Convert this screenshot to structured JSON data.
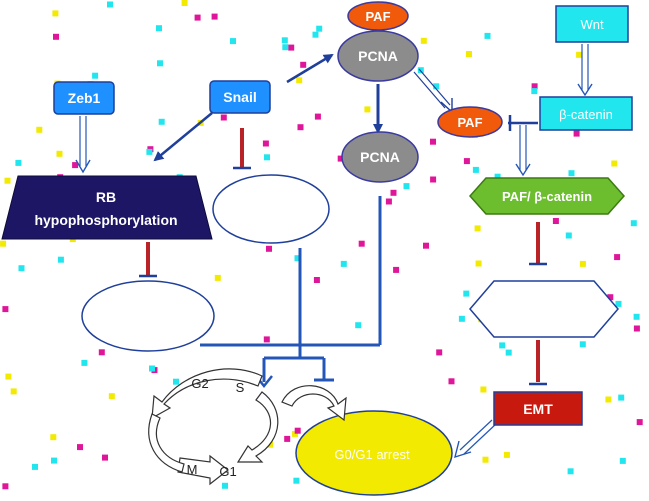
{
  "nodes": {
    "paf_top": "PAF",
    "pcna_top": "PCNA",
    "pcna_mid": "PCNA",
    "wnt": "Wnt",
    "beta_catenin": "β-catenin",
    "paf_right": "PAF",
    "zeb1": "Zeb1",
    "snail": "Snail",
    "rb": [
      "RB",
      "hypophosphorylation"
    ],
    "paf_beta_catenin": "PAF/ β-catenin",
    "emt": "EMT",
    "g0g1_arrest": "G0/G1 arrest"
  },
  "cell_cycle": {
    "g2": "G2",
    "s": "S",
    "m": "M",
    "g1": "G1"
  },
  "colors": {
    "blue_box": "#1e90ff",
    "orange": "#f05a0a",
    "gray": "#8c8c8c",
    "dark_navy": "#1c1665",
    "green": "#6cbe2e",
    "red": "#c8190f",
    "yellow": "#f2ea00",
    "cyan": "#22e6ee",
    "inhibit_red": "#b92327",
    "line_blue": "#2456b8"
  }
}
